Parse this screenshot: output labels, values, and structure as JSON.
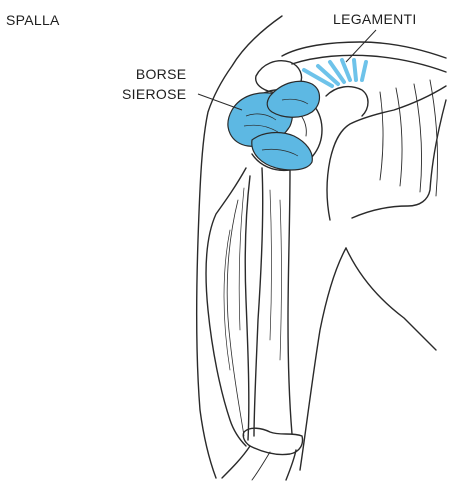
{
  "title": "SPALLA",
  "labels": {
    "ligaments": "LEGAMENTI",
    "bursae_line1": "BORSE",
    "bursae_line2": "SIEROSE"
  },
  "colors": {
    "ink": "#2a2a2a",
    "bursa_fill": "#5db8e3",
    "ligament": "#6ec3ea",
    "text": "#1e1e1e"
  }
}
